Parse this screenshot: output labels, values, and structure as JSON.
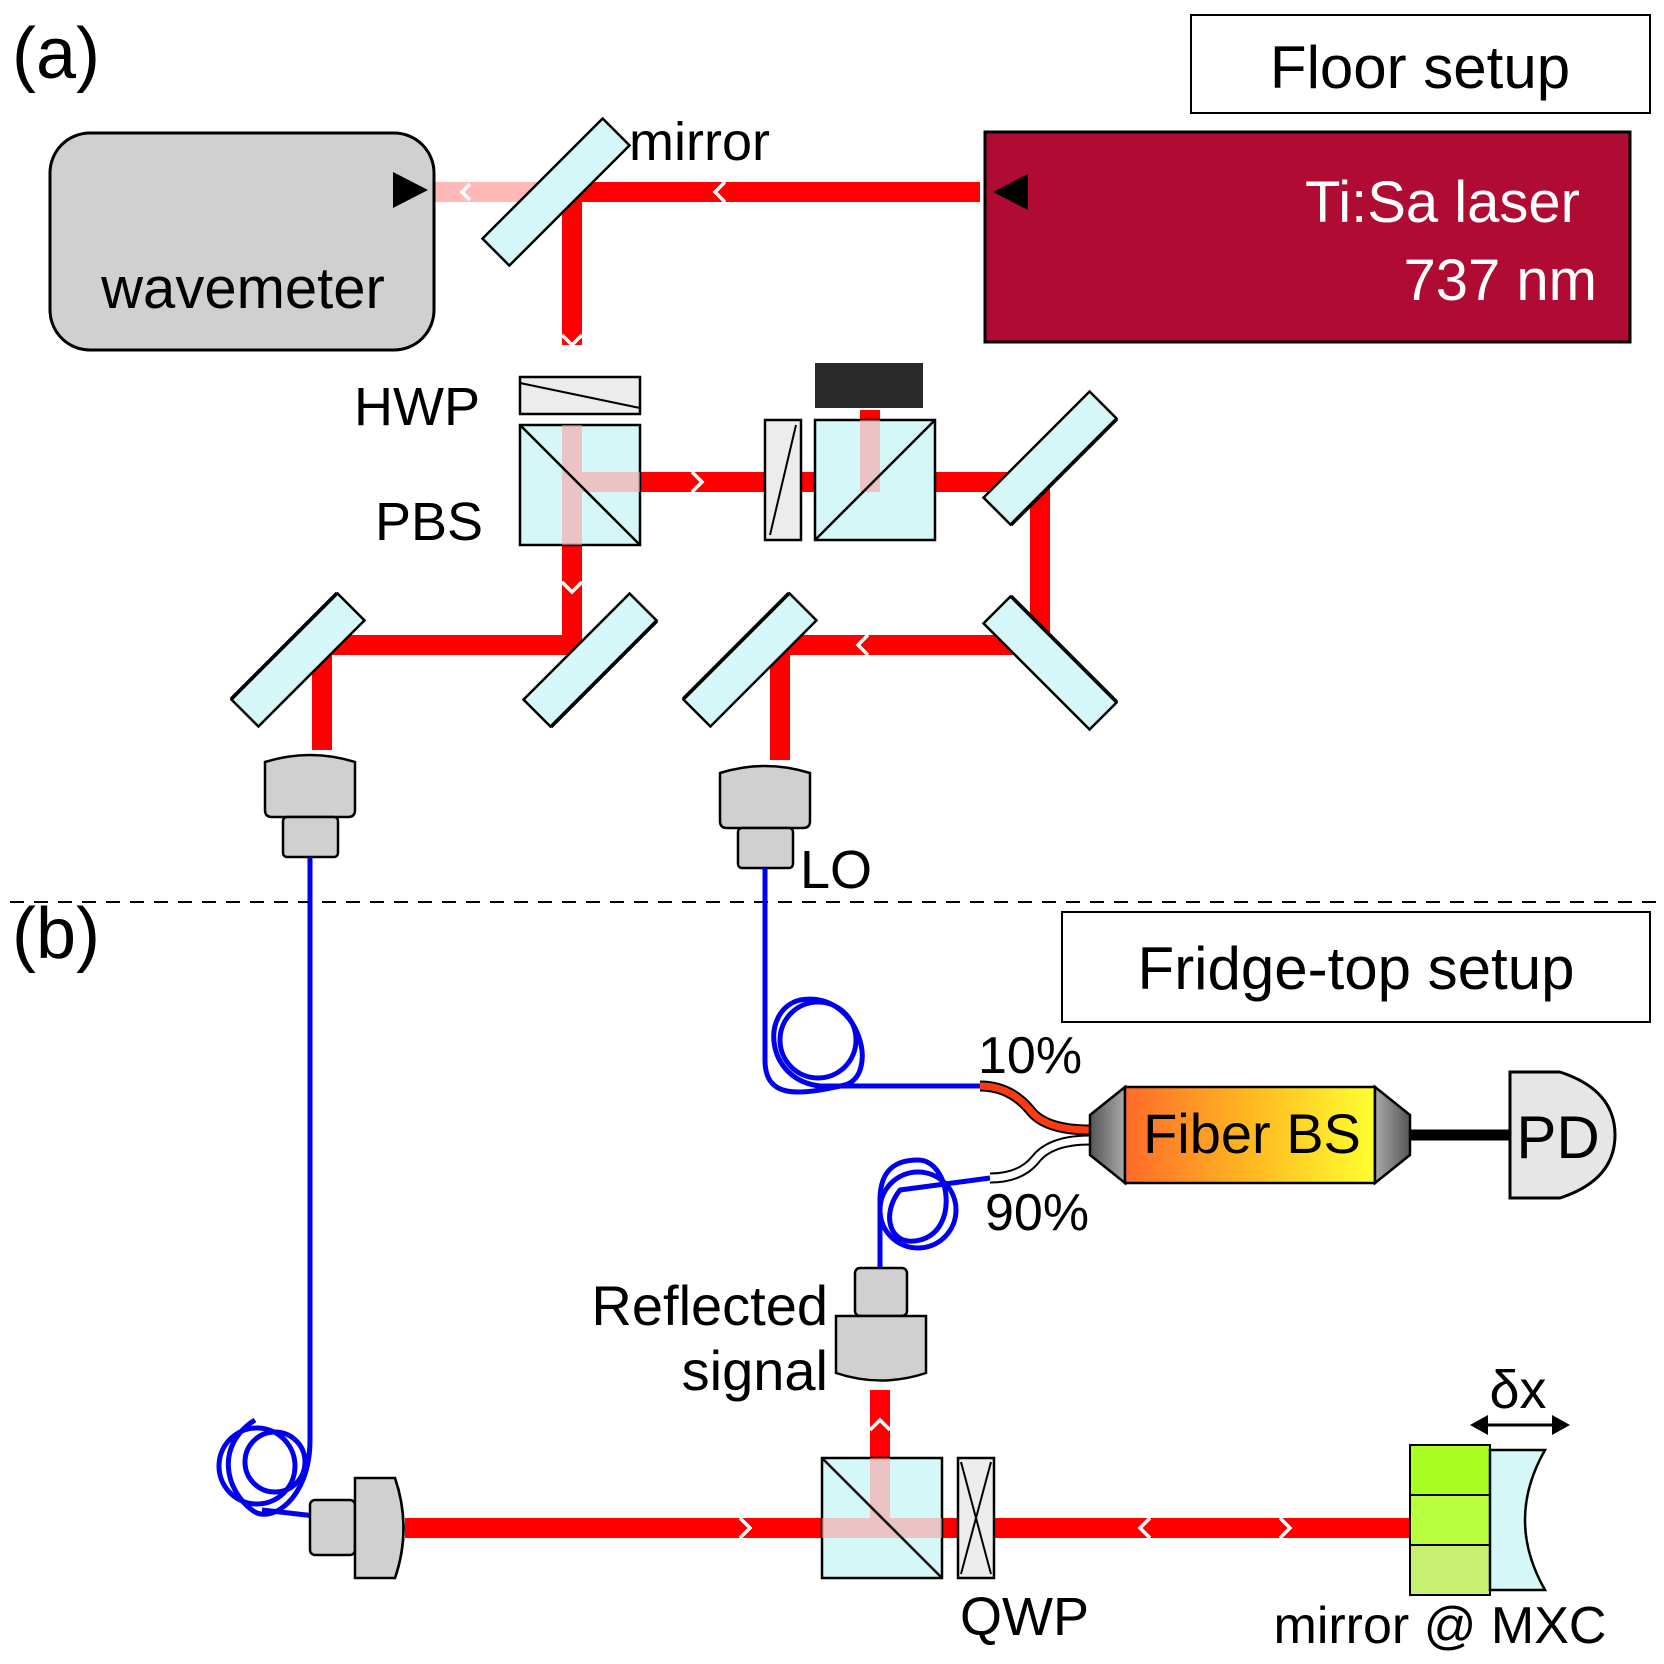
{
  "panels": {
    "a": {
      "tag": "(a)",
      "title": "Floor setup"
    },
    "b": {
      "tag": "(b)",
      "title": "Fridge-top setup"
    }
  },
  "laser": {
    "name": "Ti:Sa laser",
    "wavelength": "737 nm",
    "color": "#b00b33"
  },
  "components": {
    "wavemeter": "wavemeter",
    "mirror_top": "mirror",
    "hwp": "HWP",
    "pbs": "PBS",
    "lo": "LO",
    "split_10": "10%",
    "split_90": "90%",
    "fiber_bs": "Fiber BS",
    "pd": "PD",
    "reflected_signal_line1": "Reflected",
    "reflected_signal_line2": "signal",
    "qwp": "QWP",
    "mirror_mxc": "mirror @ MXC",
    "delta_x": "δx"
  },
  "colors": {
    "beam": "#ff0000",
    "fiber": "#0000ee",
    "optic_fill": "#d6f7f8",
    "coupler_fill": "#d0d0d0",
    "beam_dump": "#2a2a2a",
    "mxc_block": "#aaff22"
  }
}
